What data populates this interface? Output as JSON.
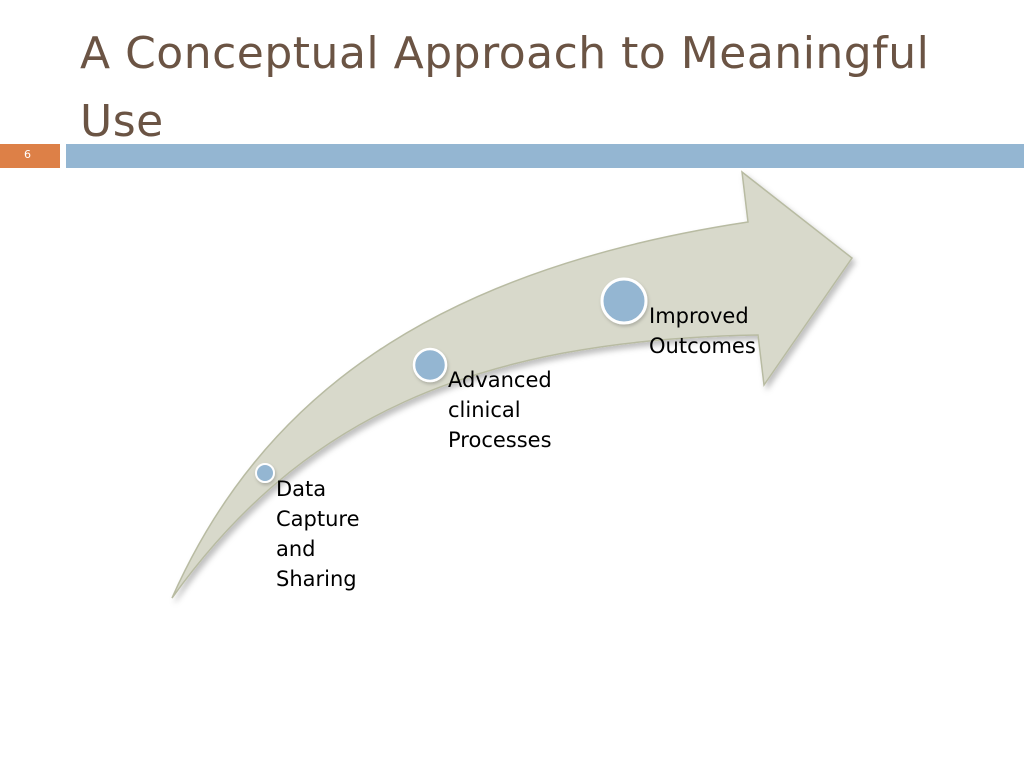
{
  "slide": {
    "title": "A Conceptual Approach to Meaningful Use",
    "number": "6"
  },
  "colors": {
    "title_text": "#6b5444",
    "accent_orange": "#dd8047",
    "accent_blue": "#94b6d2",
    "arrow_fill": "#d8d9cb",
    "arrow_stroke": "#b8bba2",
    "node_fill": "#94b6d2"
  },
  "diagram": {
    "type": "upward-curved-arrow process",
    "nodes": [
      {
        "label": "Data\nCapture\nand\nSharing"
      },
      {
        "label": "Advanced\nclinical\nProcesses"
      },
      {
        "label": "Improved\nOutcomes"
      }
    ]
  }
}
